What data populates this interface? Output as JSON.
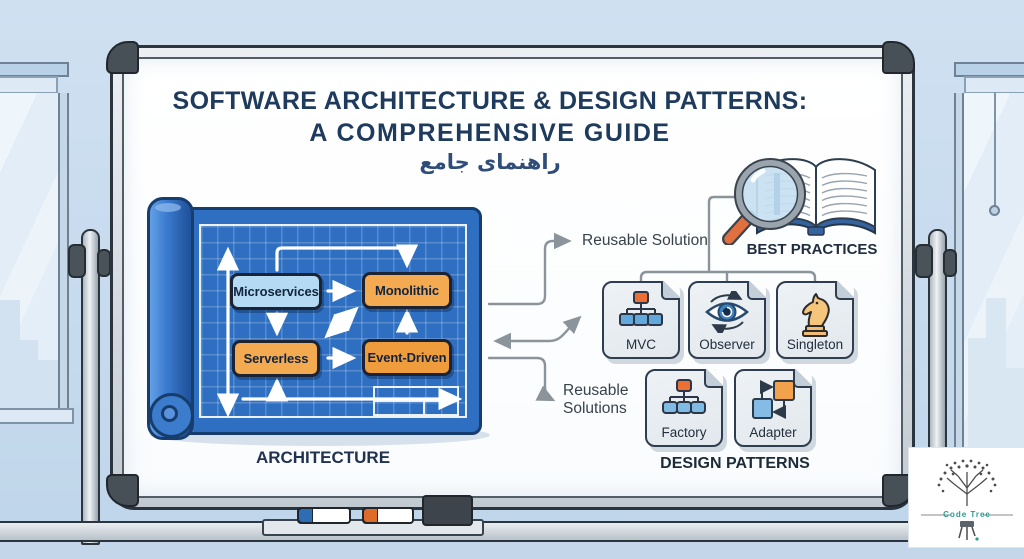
{
  "title": {
    "line1": "SOFTWARE ARCHITECTURE & DESIGN PATTERNS:",
    "line2": "A COMPREHENSIVE GUIDE",
    "subtitle_fa": "راهنمای جامع"
  },
  "architecture": {
    "caption": "ARCHITECTURE",
    "nodes": [
      {
        "id": "microservices",
        "label": "Microservices",
        "color": "#b5dbf4"
      },
      {
        "id": "monolithic",
        "label": "Monolithic",
        "color": "#f4aa51"
      },
      {
        "id": "serverless",
        "label": "Serverless",
        "color": "#f4aa51"
      },
      {
        "id": "event-driven",
        "label": "Event-Driven",
        "color": "#ef9c3c"
      }
    ]
  },
  "annotations": {
    "reusable_solution": "Reusable Solution",
    "reusable_solutions": "Reusable Solutions",
    "best_practices": "BEST PRACTICES"
  },
  "patterns": {
    "caption": "DESIGN PATTERNS",
    "cards": [
      {
        "label": "MVC",
        "icon": "mvc-hierarchy-icon"
      },
      {
        "label": "Observer",
        "icon": "observer-eye-icon"
      },
      {
        "label": "Singleton",
        "icon": "singleton-knight-icon"
      },
      {
        "label": "Factory",
        "icon": "factory-hierarchy-icon"
      },
      {
        "label": "Adapter",
        "icon": "adapter-blocks-icon"
      }
    ]
  },
  "logo": {
    "text": "Code Tree"
  },
  "colors": {
    "blueprint_blue": "#2e6fc2",
    "accent_orange": "#f4aa51",
    "accent_light_blue": "#b5dbf4",
    "title_text": "#1e3a5c",
    "connector_gray": "#8b939b",
    "whiteboard_frame": "#c2cad1"
  }
}
